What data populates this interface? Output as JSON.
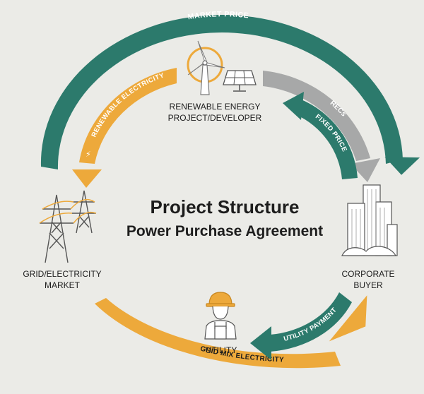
{
  "title": {
    "line1": "Project Structure",
    "line2": "Power Purchase Agreement"
  },
  "nodes": {
    "developer": {
      "line1": "RENEWABLE ENERGY",
      "line2": "PROJECT/DEVELOPER",
      "icon": "wind-turbine-solar-panel-icon"
    },
    "grid": {
      "line1": "GRID/ELECTRICITY",
      "line2": "MARKET",
      "icon": "transmission-tower-icon"
    },
    "buyer": {
      "line1": "CORPORATE",
      "line2": "BUYER",
      "icon": "office-buildings-icon"
    },
    "utility": {
      "line1": "UTILITY",
      "icon": "utility-worker-icon"
    }
  },
  "flows": {
    "market_price": "MARKET PRICE",
    "renewable_electricity": "RENEWABLE ELECTRICITY",
    "recs": "RECs",
    "fixed_price": "FIXED PRICE",
    "utility_payment": "UTILITY PAYMENT",
    "grid_mix_electricity": "GRID MIX ELECTRICITY"
  },
  "colors": {
    "teal": "#2c7a6c",
    "orange": "#eda93b",
    "gray": "#a7a8a8",
    "text": "#1d1d1d",
    "background": "#ebebe7"
  }
}
